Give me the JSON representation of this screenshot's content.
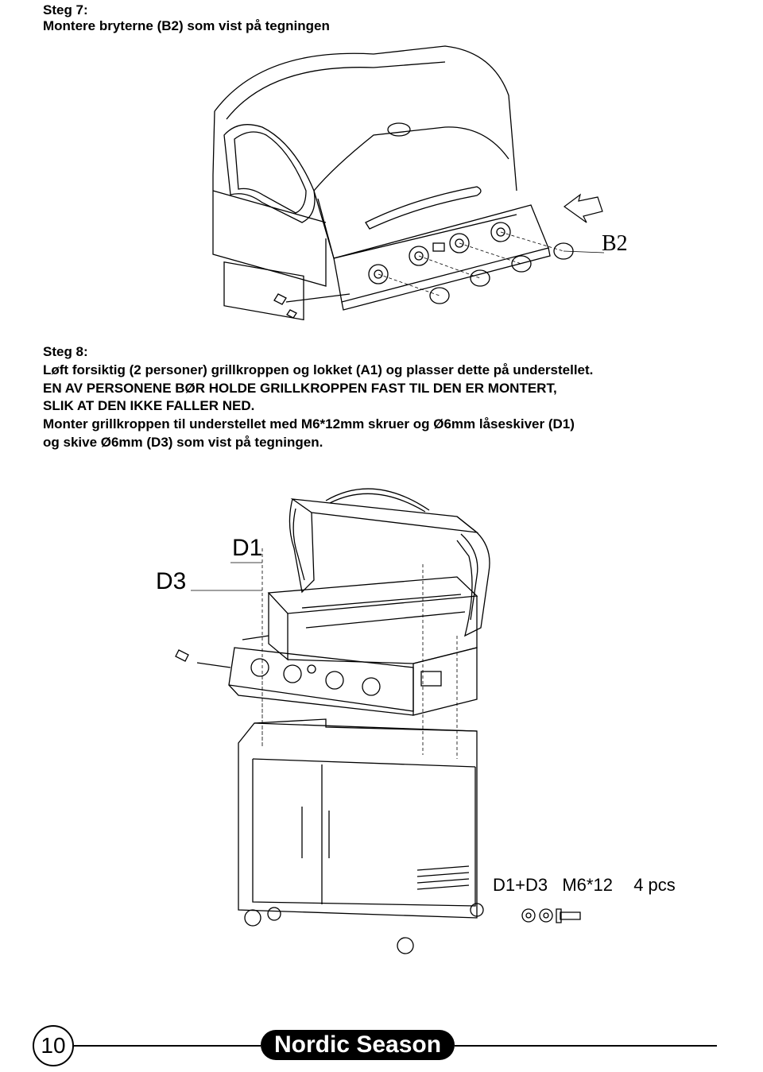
{
  "step7": {
    "title": "Steg 7:",
    "text": "Montere bryterne (B2) som vist på tegningen"
  },
  "figure1": {
    "part_label": "B2"
  },
  "step8": {
    "title": "Steg 8:",
    "line1": "Løft forsiktig (2 personer) grillkroppen og lokket (A1) og plasser dette på understellet.",
    "line2": "EN AV PERSONENE BØR HOLDE GRILLKROPPEN FAST TIL DEN ER MONTERT,",
    "line3": "SLIK AT DEN IKKE FALLER NED.",
    "line4": "Monter grillkroppen til understellet med M6*12mm skruer og Ø6mm låseskiver (D1)",
    "line5": "og skive Ø6mm (D3) som vist på tegningen."
  },
  "figure2": {
    "label_d1": "D1",
    "label_d3": "D3",
    "parts_caption_1": "D1+D3",
    "parts_caption_2": "M6*12",
    "parts_caption_3": "4 pcs"
  },
  "footer": {
    "page_number": "10",
    "brand": "Nordic Season"
  }
}
